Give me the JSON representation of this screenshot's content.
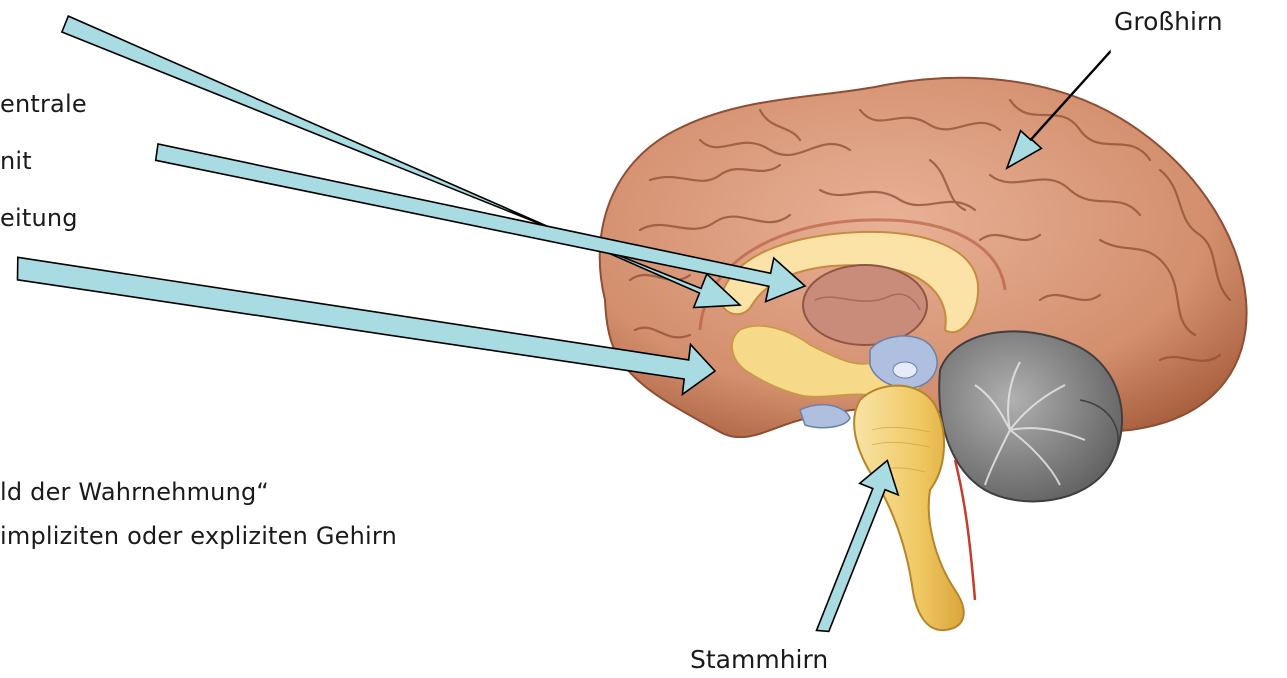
{
  "labels": {
    "grosshirn": "Großhirn",
    "stammhirn": "Stammhirn"
  },
  "text": {
    "line1": "entrale",
    "line2": "nit",
    "line3": "eitung",
    "line4": "ld der Wahrnehmung“",
    "line5": "impliziten oder expliziten Gehirn"
  },
  "colors": {
    "arrow_fill": "#a8dbe2",
    "arrow_stroke": "#000000",
    "cortex": "#d99a7a",
    "cortex_dark": "#b36a4f",
    "thalamus": "#c98b7a",
    "corpus_callosum": "#fbe3a8",
    "brainstem": "#f3d27a",
    "cerebellum": "#8a8a8a",
    "ventricle_blue": "#aebfe0"
  }
}
